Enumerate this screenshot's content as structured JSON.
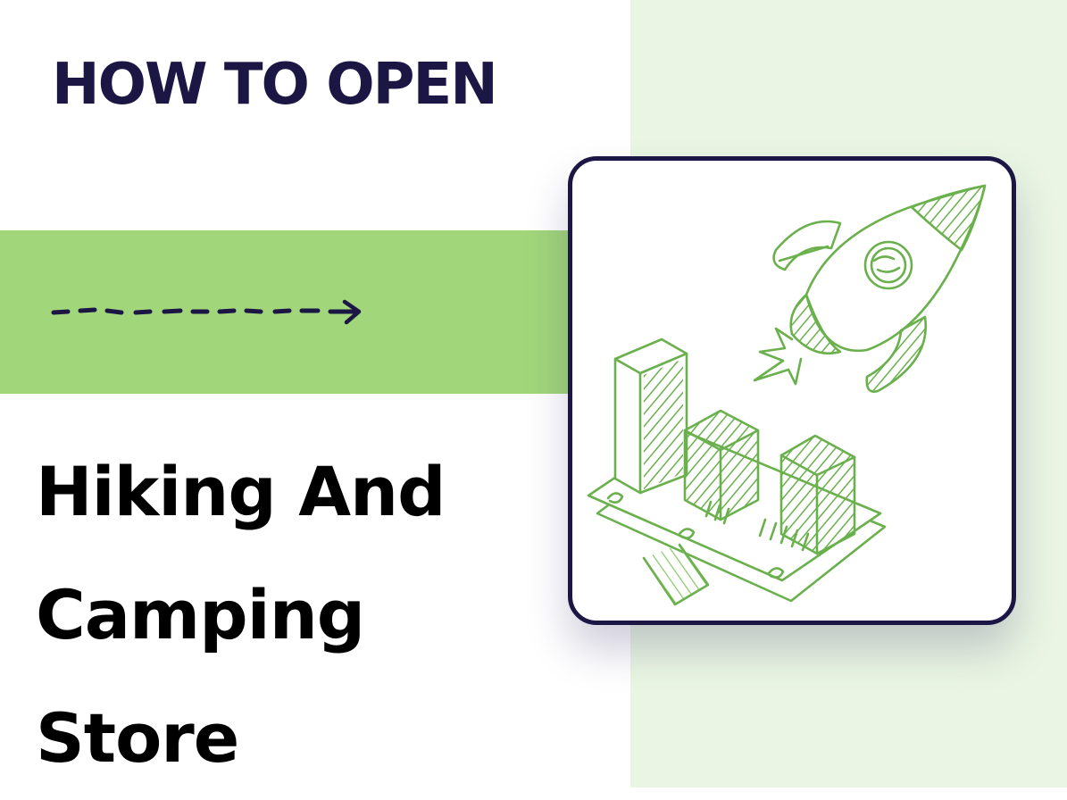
{
  "kicker": "HOW TO OPEN",
  "title": {
    "line1": "Hiking And",
    "line2": "Camping",
    "line3": "Store"
  },
  "colors": {
    "navy": "#1c1645",
    "green": "#a1d67b",
    "sketch": "#6ab04c",
    "panel": "#eaf6e3"
  },
  "icons": {
    "arrow": "dashed-arrow-icon",
    "illustration": "rocket-chart-illustration"
  }
}
